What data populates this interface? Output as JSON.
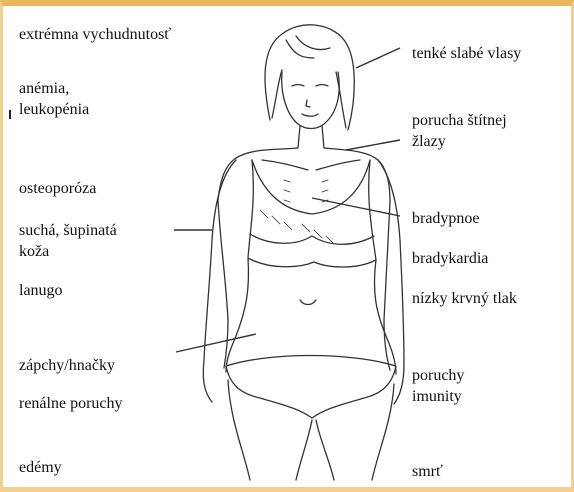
{
  "labels_left": [
    {
      "id": "emaciation",
      "lines": [
        "extrémna vychudnutosť"
      ]
    },
    {
      "id": "anemia",
      "lines": [
        "anémia,",
        "leukopénia"
      ]
    },
    {
      "id": "osteoporosis",
      "lines": [
        "osteoporóza"
      ]
    },
    {
      "id": "dry-skin",
      "lines": [
        "suchá, šupinatá",
        "koža"
      ]
    },
    {
      "id": "lanugo",
      "lines": [
        "lanugo"
      ]
    },
    {
      "id": "constipation",
      "lines": [
        "zápchy/hnačky"
      ]
    },
    {
      "id": "renal",
      "lines": [
        "renálne poruchy"
      ]
    },
    {
      "id": "edema",
      "lines": [
        "edémy"
      ]
    }
  ],
  "labels_right": [
    {
      "id": "hair",
      "lines": [
        "tenké slabé vlasy"
      ]
    },
    {
      "id": "thyroid",
      "lines": [
        "porucha štítnej",
        "žlazy"
      ]
    },
    {
      "id": "bradypnea",
      "lines": [
        "bradypnoe"
      ]
    },
    {
      "id": "bradycardia",
      "lines": [
        "bradykardia"
      ]
    },
    {
      "id": "hypotension",
      "lines": [
        "nízky krvný tlak"
      ]
    },
    {
      "id": "immunity",
      "lines": [
        "poruchy",
        "imunity"
      ]
    },
    {
      "id": "death",
      "lines": [
        "smrť"
      ]
    }
  ],
  "colors": {
    "background": "#ffffff",
    "border": "#f0cf8f",
    "border_top": "#e8b75c",
    "line": "#333333"
  }
}
